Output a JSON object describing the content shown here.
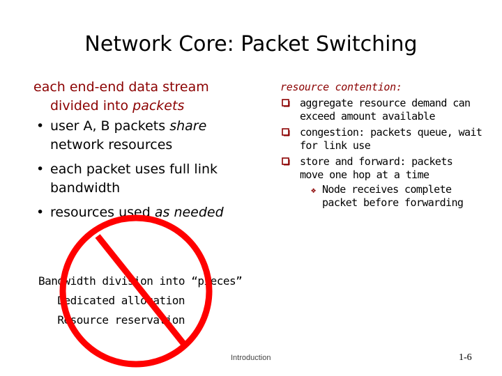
{
  "slide": {
    "title": "Network Core: Packet Switching",
    "left": {
      "line1": "each end-end data stream",
      "line2_prefix": "divided into ",
      "line2_em": "packets",
      "bullets": [
        {
          "a": "user A, B packets ",
          "em": "share",
          "b": "",
          "cont": "network resources"
        },
        {
          "a": "each packet uses full link",
          "em": "",
          "b": "",
          "cont": "bandwidth"
        },
        {
          "a": "resources used ",
          "em": "as needed",
          "b": "",
          "cont": ""
        }
      ]
    },
    "right": {
      "heading": "resource contention:",
      "items": [
        {
          "l1": "aggregate resource demand can",
          "l2": "exceed amount available"
        },
        {
          "l1": "congestion: packets queue, wait",
          "l2": "for link use"
        },
        {
          "l1": "store and forward: packets",
          "l2": "move one hop at a time"
        }
      ],
      "sub": {
        "l1": "Node receives complete",
        "l2": "packet before forwarding"
      }
    },
    "fdm": [
      "Bandwidth division into “pieces”",
      "   Dedicated allocation",
      "   Resource reservation"
    ],
    "footer_left": "Introduction",
    "footer_right": "1-6",
    "colors": {
      "accent": "#8b0000",
      "prohibition": "#ff0000",
      "text": "#000000"
    }
  }
}
